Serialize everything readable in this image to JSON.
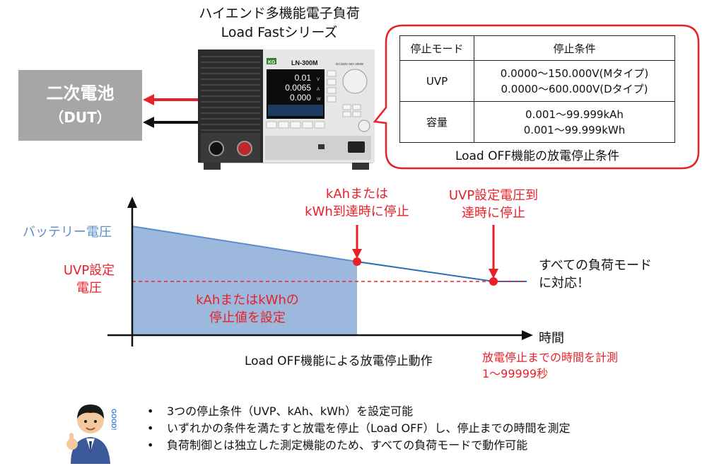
{
  "title": {
    "line1": "ハイエンド多機能電子負荷",
    "line2": "Load Fastシリーズ"
  },
  "dut": {
    "line1": "二次電池",
    "line2": "（DUT）"
  },
  "device": {
    "brand": "KG",
    "model": "LN-300M",
    "spec": "DC150V 60A 300W",
    "readings": [
      "0.01",
      "0.0065",
      "0.000"
    ],
    "units": [
      "V",
      "A",
      "W"
    ]
  },
  "table": {
    "headers": [
      "停止モード",
      "停止条件"
    ],
    "rows": [
      {
        "mode": "UVP",
        "cond1": "0.0000～150.000V(Mタイプ)",
        "cond2": "0.0000～600.000V(Dタイプ)"
      },
      {
        "mode": "容量",
        "cond1": "0.001～99.999kAh",
        "cond2": "0.001～99.999kWh"
      }
    ],
    "caption": "Load OFF機能の放電停止条件"
  },
  "graph": {
    "battery_label": "バッテリー電圧",
    "uvp_label1": "UVP設定",
    "uvp_label2": "電圧",
    "kah_callout1": "kAhまたは",
    "kah_callout2": "kWh到達時に停止",
    "uvp_callout1": "UVP設定電圧到",
    "uvp_callout2": "達時に停止",
    "all_modes1": "すべての負荷モード",
    "all_modes2": "に対応！",
    "area_label1": "kAhまたはkWhの",
    "area_label2": "停止値を設定",
    "x_axis_label": "時間",
    "caption": "Load OFF機能による放電停止動作",
    "time_note1": "放電停止までの時間を計測",
    "time_note2": "1～99999秒"
  },
  "bullets": [
    "3つの停止条件（UVP、kAh、kWh）を設定可能",
    "いずれかの条件を満たすと放電を停止（Load OFF）し、停止までの時間を測定",
    "負荷制御とは独立した測定機能のため、すべての負荷モードで動作可能"
  ],
  "good_sign": "GOOD!",
  "colors": {
    "red": "#e8202a",
    "blue": "#5b8ec9",
    "area": "#9cb8dc",
    "gray": "#a6a6a6"
  }
}
